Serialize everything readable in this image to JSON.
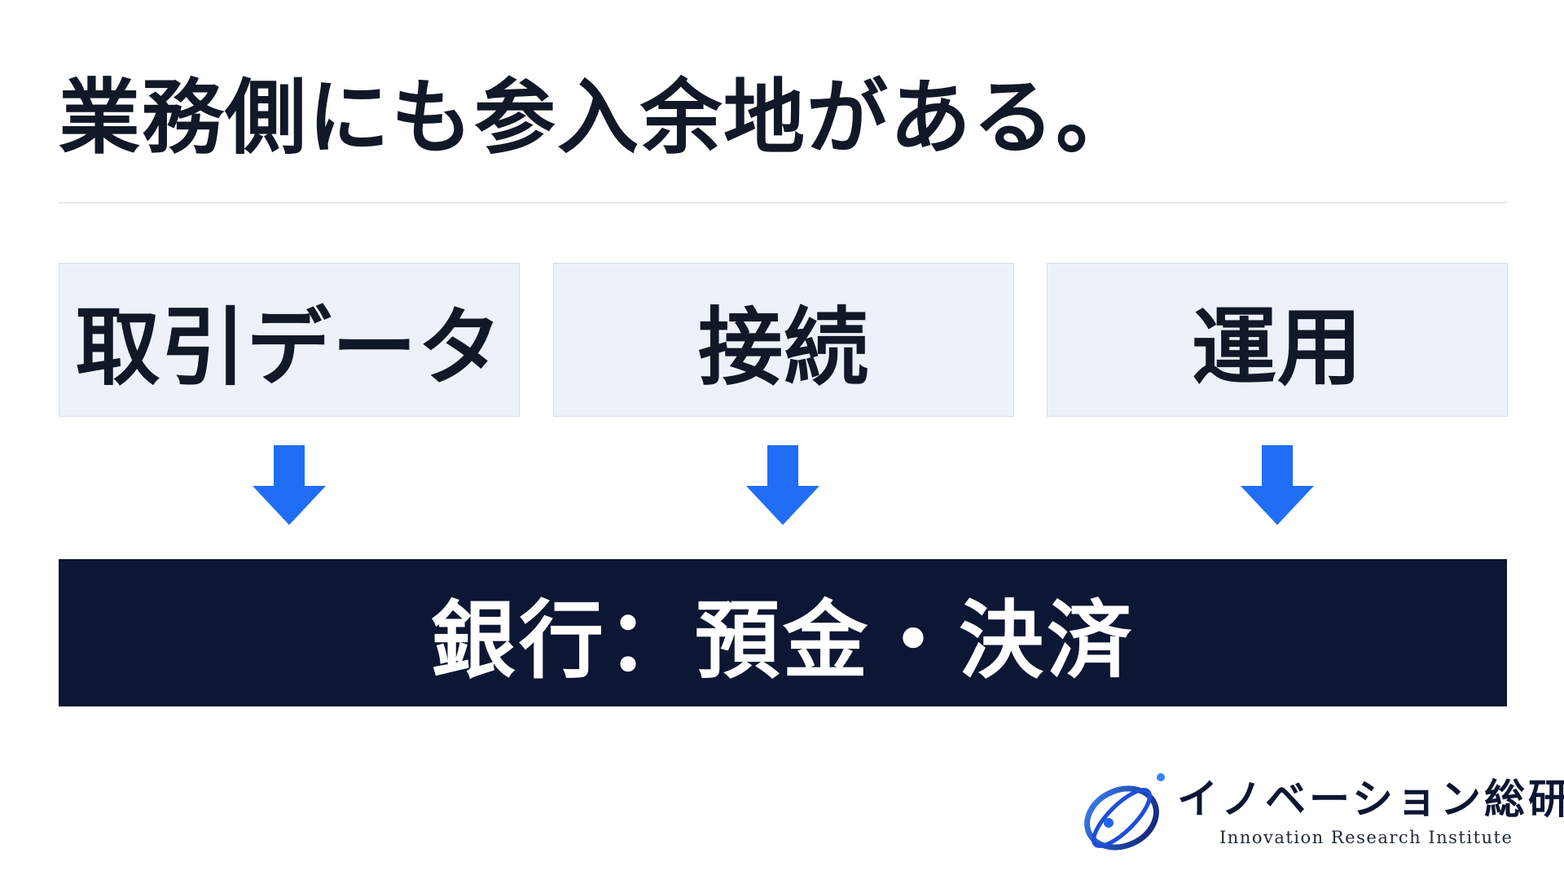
{
  "title": "業務側にも参入余地がある。",
  "inputs": [
    {
      "label": "取引データ"
    },
    {
      "label": "接続"
    },
    {
      "label": "運用"
    }
  ],
  "target": {
    "label": "銀行：預金・決済"
  },
  "logo": {
    "name_jp": "イノベーション総研",
    "name_en": "Innovation Research Institute"
  },
  "colors": {
    "arrow": "#1f6ef5",
    "bank_bg": "#0d1632",
    "box_bg": "#edf2fa",
    "text": "#111827"
  },
  "icons": {
    "arrows": "down-arrow-icon",
    "logo": "orbit-logo-icon"
  }
}
